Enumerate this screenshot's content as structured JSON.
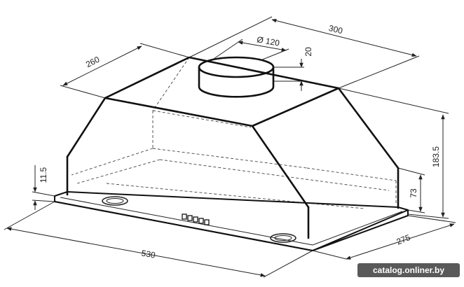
{
  "diagram": {
    "dimensions": {
      "depth_top": "260",
      "width_top": "300",
      "duct_diameter": "Ø 120",
      "duct_height": "20",
      "body_height": "183.5",
      "flange_height": "11.5",
      "front_height": "73",
      "total_width": "530",
      "total_depth": "275"
    },
    "watermark": "catalog.onliner.by",
    "colors": {
      "line": "#111111",
      "dimension": "#222222",
      "watermark_bg": "#3c3c3c"
    }
  }
}
